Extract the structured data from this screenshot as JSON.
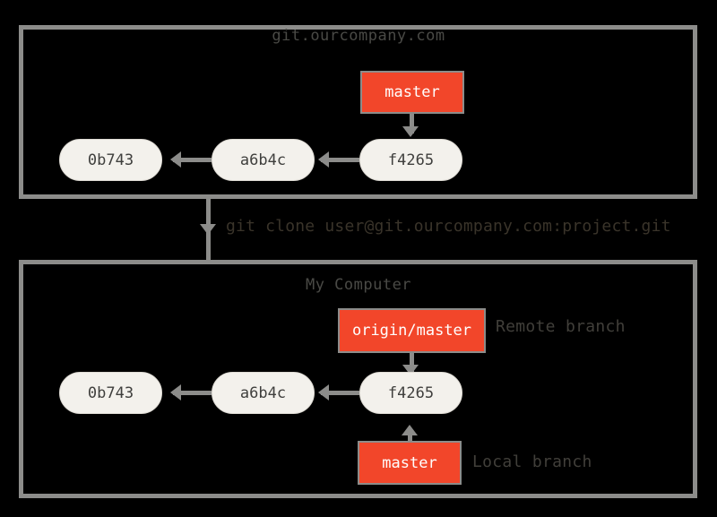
{
  "diagram": {
    "title": "Git clone creating remote-tracking branch",
    "colors": {
      "background": "#000000",
      "panel_border": "#8c8c8a",
      "commit_fill": "#f3f1ec",
      "branch_box_fill": "#f2462a",
      "connector": "#8c8c8a",
      "label_text": "#413f3a"
    }
  },
  "server_panel": {
    "title": "git.ourcompany.com",
    "branch_label": "master",
    "commits": [
      {
        "id": "0b743"
      },
      {
        "id": "a6b4c"
      },
      {
        "id": "f4265"
      }
    ]
  },
  "clone": {
    "command": "git clone user@git.ourcompany.com:project.git"
  },
  "local_panel": {
    "title": "My Computer",
    "commits": [
      {
        "id": "0b743"
      },
      {
        "id": "a6b4c"
      },
      {
        "id": "f4265"
      }
    ],
    "remote_branch": {
      "label": "origin/master",
      "annotation": "Remote branch"
    },
    "local_branch": {
      "label": "master",
      "annotation": "Local branch"
    }
  }
}
